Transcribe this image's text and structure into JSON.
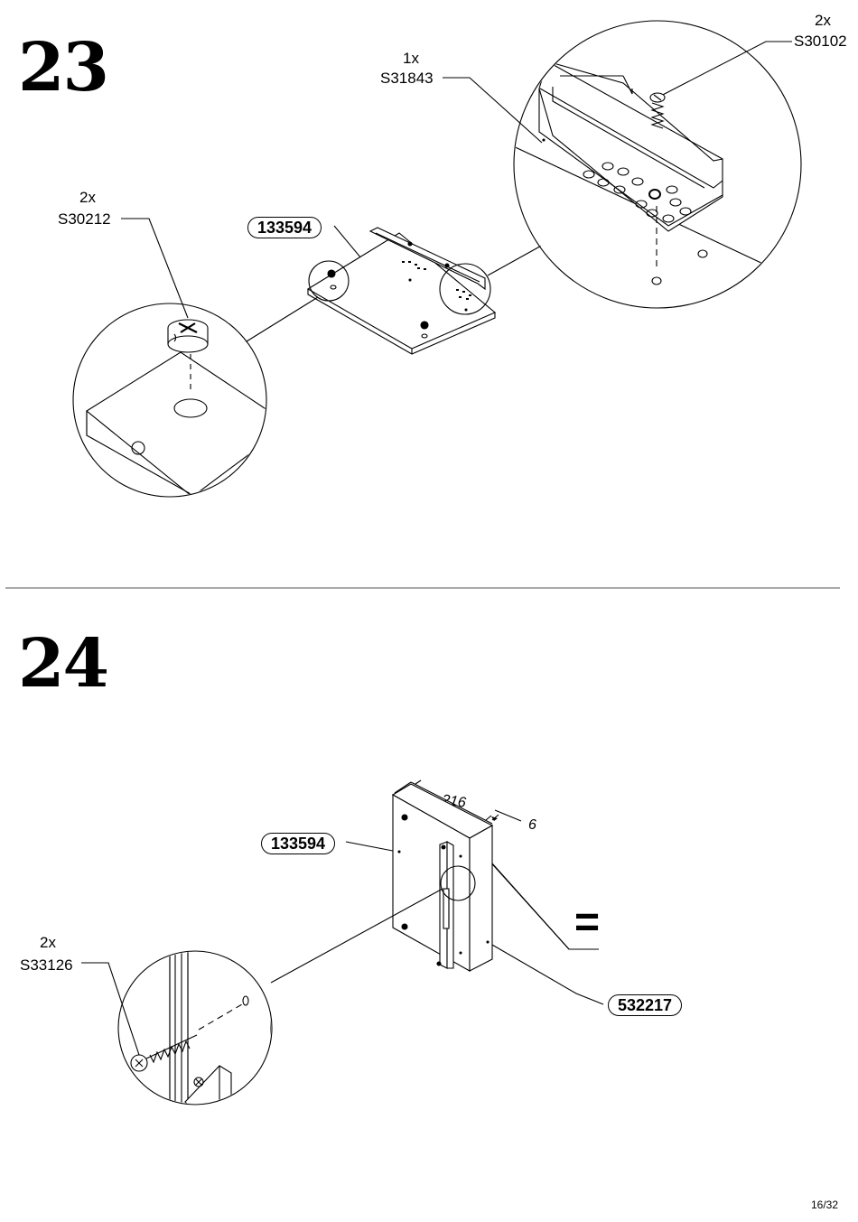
{
  "steps": [
    {
      "number": "23",
      "callouts": {
        "left": {
          "qty": "2x",
          "code": "S30212"
        },
        "top": {
          "qty": "1x",
          "code": "S31843"
        },
        "right": {
          "qty": "2x",
          "code": "S30102"
        }
      },
      "part_label": "133594"
    },
    {
      "number": "24",
      "callouts": {
        "left": {
          "qty": "2x",
          "code": "S33126"
        }
      },
      "part_label_top": "133594",
      "part_label_bottom": "532217",
      "dimensions": {
        "width": "216",
        "offset": "6"
      },
      "equals_sign": "="
    }
  ],
  "page_number": "16/32"
}
